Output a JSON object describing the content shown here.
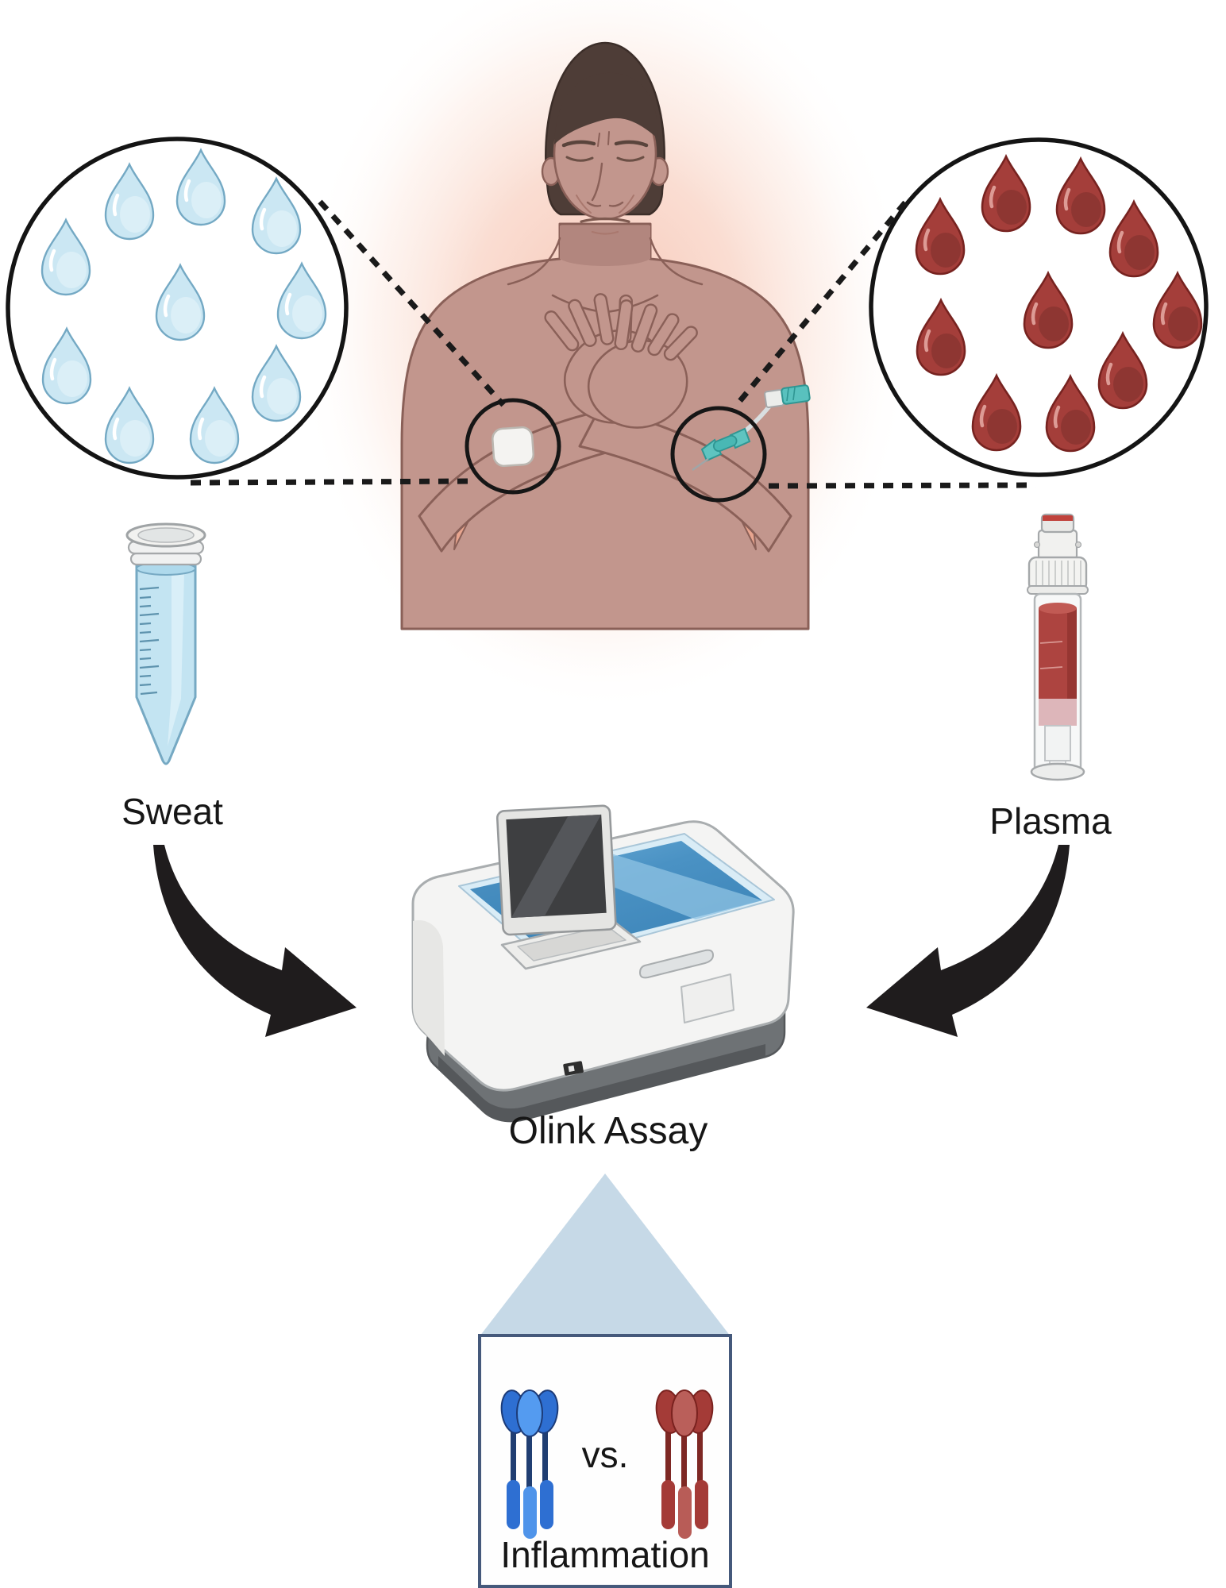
{
  "figure": {
    "title_implicit": "Sweat vs plasma Olink inflammation assay workflow",
    "labels": {
      "sweat": "Sweat",
      "plasma": "Plasma",
      "assay": "Olink Assay",
      "versus": "vs.",
      "inflammation": "Inflammation"
    },
    "left_sample": {
      "name": "sweat",
      "droplet_count": 10,
      "droplet_fill": "#cbe7f3",
      "droplet_stroke": "#74a9c4"
    },
    "right_sample": {
      "name": "plasma",
      "droplet_count": 10,
      "droplet_fill": "#a43e3a",
      "droplet_stroke": "#772320"
    },
    "icons": [
      "patient-figure-icon",
      "sweat-patch-icon",
      "butterfly-needle-icon",
      "conical-tube-icon",
      "blood-collection-tube-icon",
      "plate-reader-icon",
      "curved-arrow-icon",
      "protein-blue-icon",
      "protein-red-icon"
    ],
    "colors": {
      "skin": "#c2968d",
      "skin_outline": "#8a6058",
      "hair": "#4e3d37",
      "glow": "#f0907a",
      "machine_glass": "#4a92c4",
      "triangle": "#c6d9e7",
      "box_border": "#45597b",
      "arrow": "#1f1c1d",
      "protein_blue": "#2e6fd2",
      "protein_red": "#a43b37",
      "needle_teal": "#59c1be"
    }
  }
}
